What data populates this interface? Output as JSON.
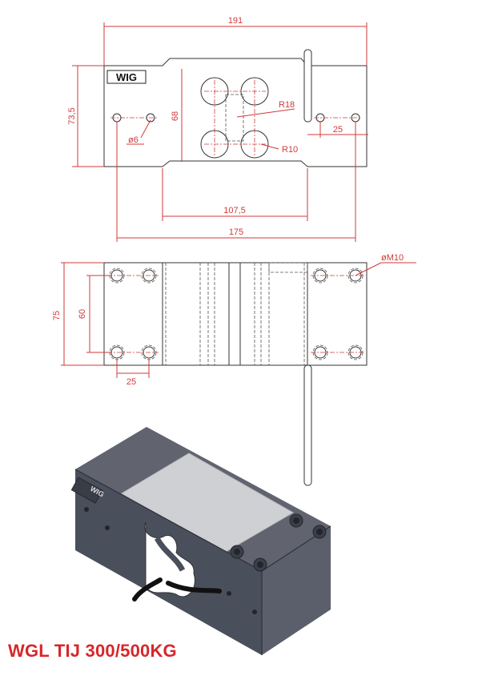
{
  "title": "WGL TIJ 300/500KG",
  "logo_text": "WIG",
  "dimensions": {
    "total_length": "191",
    "height_top": "73,5",
    "inner_height": "68",
    "radius_large": "R18",
    "radius_small": "R10",
    "hole_dia": "ø6",
    "hole_spacing_top": "25",
    "platform_length": "107,5",
    "hole_span": "175",
    "thread": "øM10",
    "height_side": "75",
    "hole_pitch_vertical": "60",
    "hole_spacing_side": "25"
  },
  "colors": {
    "dimension": "#d23a3a",
    "title": "#d8262b",
    "body_dark": "#4a4f5c",
    "body_light": "#cfd0d4"
  }
}
